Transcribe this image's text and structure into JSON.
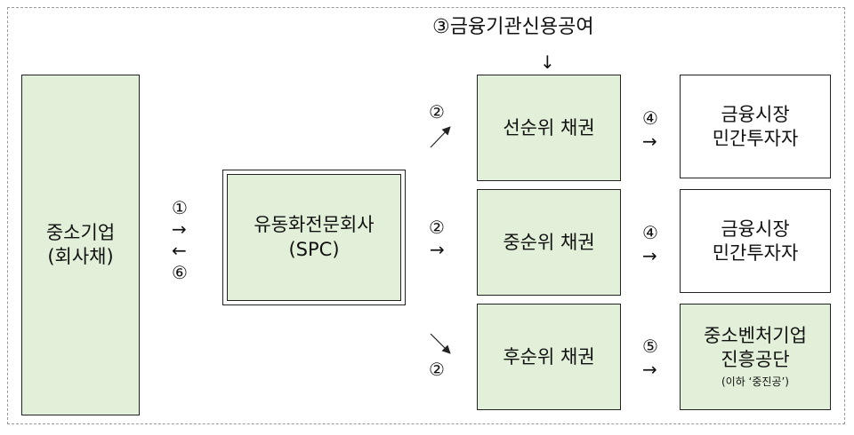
{
  "sme": {
    "line1": "중소기업",
    "line2": "(회사채)"
  },
  "spc": {
    "line1": "유동화전문회사",
    "line2": "(SPC)"
  },
  "guarantee": {
    "label": "③금융기관신용공여"
  },
  "tranches": [
    {
      "label": "선순위 채권",
      "step": "②",
      "buyer_step": "④"
    },
    {
      "label": "중순위 채권",
      "step": "②",
      "buyer_step": "④"
    },
    {
      "label": "후순위 채권",
      "step": "②",
      "buyer_step": "⑤"
    }
  ],
  "buyers": [
    {
      "line1": "금융시장",
      "line2": "민간투자자"
    },
    {
      "line1": "금융시장",
      "line2": "민간투자자"
    },
    {
      "line1": "중소벤처기업",
      "line2": "진흥공단",
      "note": "(이하 ‘중진공’)"
    }
  ],
  "flows": {
    "step1": "①",
    "step6": "⑥",
    "arrow_right": "→",
    "arrow_left": "←",
    "arrow_down": "↓"
  },
  "colors": {
    "node_fill": "#e2f0d9",
    "border": "#222222"
  }
}
